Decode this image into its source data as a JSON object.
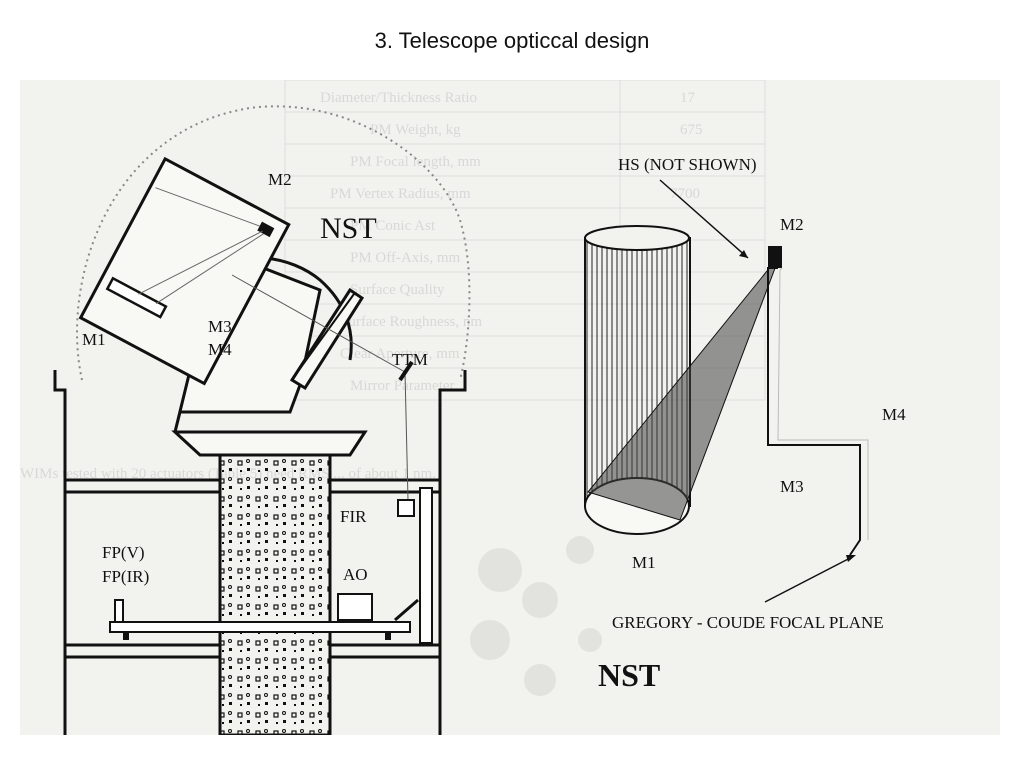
{
  "slide": {
    "title": "3. Telescope opticcal design"
  },
  "figure": {
    "left_labels": {
      "m2": "M2",
      "nst": "NST",
      "m1": "M1",
      "m3": "M3",
      "m4": "M4",
      "ttm": "TTM",
      "fir": "FIR",
      "ao": "AO",
      "fpv": "FP(V)",
      "fpir": "FP(IR)"
    },
    "right_labels": {
      "hs": "HS (NOT SHOWN)",
      "m2": "M2",
      "m4": "M4",
      "m3": "M3",
      "m1": "M1",
      "gregory": "GREGORY - COUDE FOCAL PLANE",
      "nst": "NST"
    },
    "bg_table": {
      "rows": [
        [
          "Diameter/Thickness Ratio",
          "17"
        ],
        [
          "PM Weight, kg",
          "675"
        ],
        [
          "PM Focal length, mm",
          ""
        ],
        [
          "PM Vertex Radius, mm",
          "7700"
        ],
        [
          "PM Conic Ast",
          ""
        ],
        [
          "PM Off-Axis, mm",
          ""
        ],
        [
          "Surface Quality",
          ""
        ],
        [
          "Surface Roughness, nm",
          ""
        ],
        [
          "Clear Aperture, mm",
          ""
        ],
        [
          "Mirror Parameter",
          ""
        ]
      ]
    },
    "bg_caption": "WIMs tested with 20 actuators (Table 5) need RMS ... of about 1 nm."
  }
}
